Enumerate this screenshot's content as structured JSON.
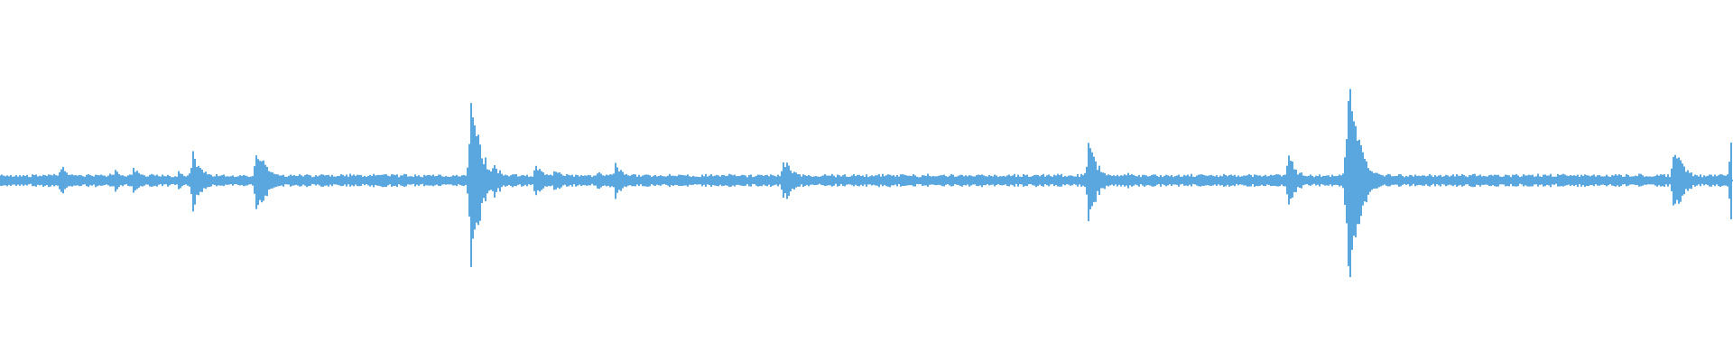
{
  "waveform": {
    "color": "#5aa7e0",
    "background": "#ffffff",
    "baseline_level": 0.04,
    "peaks": [
      {
        "t": 0.035,
        "amp": 0.12
      },
      {
        "t": 0.066,
        "amp": 0.08
      },
      {
        "t": 0.077,
        "amp": 0.11
      },
      {
        "t": 0.103,
        "amp": 0.06
      },
      {
        "t": 0.111,
        "amp": 0.2
      },
      {
        "t": 0.148,
        "amp": 0.27
      },
      {
        "t": 0.272,
        "amp": 0.58
      },
      {
        "t": 0.285,
        "amp": 0.12
      },
      {
        "t": 0.309,
        "amp": 0.12
      },
      {
        "t": 0.32,
        "amp": 0.1
      },
      {
        "t": 0.345,
        "amp": 0.06
      },
      {
        "t": 0.355,
        "amp": 0.14
      },
      {
        "t": 0.452,
        "amp": 0.17
      },
      {
        "t": 0.628,
        "amp": 0.27
      },
      {
        "t": 0.651,
        "amp": 0.06
      },
      {
        "t": 0.743,
        "amp": 0.18
      },
      {
        "t": 0.778,
        "amp": 0.8
      },
      {
        "t": 0.966,
        "amp": 0.27
      },
      {
        "t": 0.999,
        "amp": 0.35
      }
    ]
  }
}
